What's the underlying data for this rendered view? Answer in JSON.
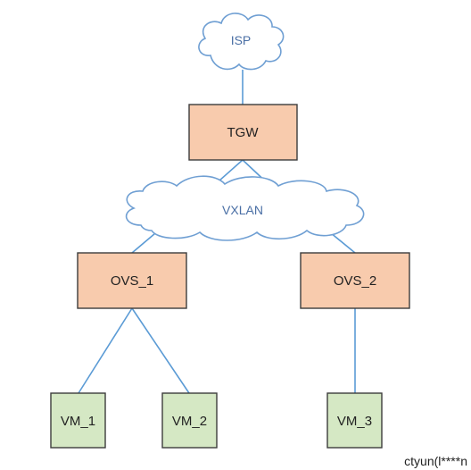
{
  "colors": {
    "router_fill": "#f8cbad",
    "router_stroke": "#3c3c3c",
    "vm_fill": "#d5e8c4",
    "vm_stroke": "#3c3c3c",
    "cloud_fill": "#ffffff",
    "cloud_stroke": "#6f9fd3",
    "cloud_text": "#4a6fa5",
    "line": "#5b9bd5"
  },
  "clouds": {
    "isp": {
      "label": "ISP"
    },
    "vxlan": {
      "label": "VXLAN"
    }
  },
  "nodes": {
    "tgw": {
      "label": "TGW"
    },
    "ovs_1": {
      "label": "OVS_1"
    },
    "ovs_2": {
      "label": "OVS_2"
    },
    "vm_1": {
      "label": "VM_1"
    },
    "vm_2": {
      "label": "VM_2"
    },
    "vm_3": {
      "label": "VM_3"
    }
  },
  "links": [
    {
      "from": "isp",
      "to": "tgw"
    },
    {
      "from": "tgw",
      "to": "vxlan"
    },
    {
      "from": "vxlan",
      "to": "ovs_1"
    },
    {
      "from": "vxlan",
      "to": "ovs_2"
    },
    {
      "from": "ovs_1",
      "to": "vm_1"
    },
    {
      "from": "ovs_1",
      "to": "vm_2"
    },
    {
      "from": "ovs_2",
      "to": "vm_3"
    }
  ],
  "watermark": {
    "text": "ctyun(l****n"
  }
}
